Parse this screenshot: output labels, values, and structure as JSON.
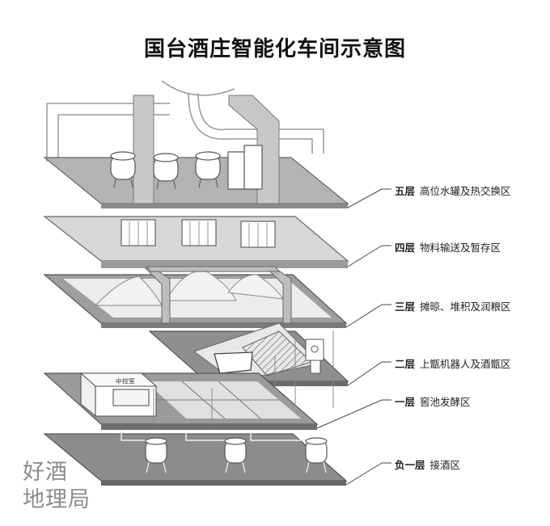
{
  "title": "国台酒庄智能化车间示意图",
  "floors": [
    {
      "level": "五层",
      "desc": "高位水罐及热交换区"
    },
    {
      "level": "四层",
      "desc": "物料输送及暂存区"
    },
    {
      "level": "三层",
      "desc": "摊晾、堆积及润粮区"
    },
    {
      "level": "二层",
      "desc": "上甑机器人及酒甑区"
    },
    {
      "level": "一层",
      "desc": "窖池发酵区"
    },
    {
      "level": "负一层",
      "desc": "接酒区"
    }
  ],
  "control_room_label": "中控室",
  "watermark": {
    "line1": "好酒",
    "line2": "地理局"
  }
}
